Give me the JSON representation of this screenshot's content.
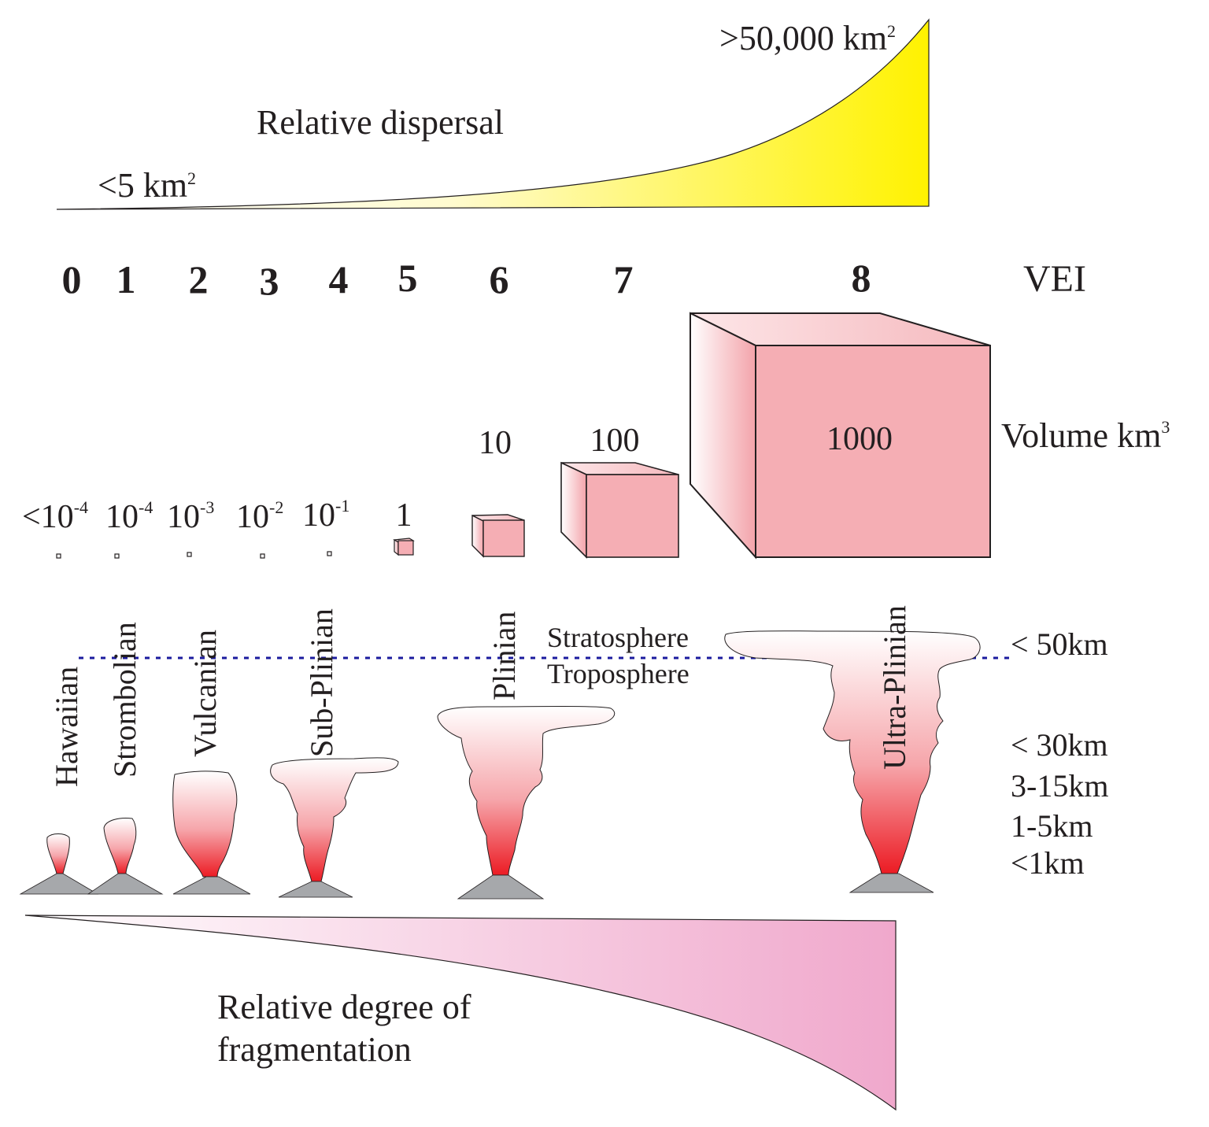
{
  "dispersal": {
    "title": "Relative dispersal",
    "min_label": "<5 km",
    "max_label": ">50,000 km",
    "unit_exponent": "2",
    "color": "#fff200"
  },
  "vei": {
    "axis_label": "VEI",
    "levels": [
      "0",
      "1",
      "2",
      "3",
      "4",
      "5",
      "6",
      "7",
      "8"
    ]
  },
  "volume": {
    "axis_label": "Volume km",
    "axis_exponent": "3",
    "values": [
      {
        "base": "<10",
        "exp": "-4"
      },
      {
        "base": "10",
        "exp": "-4"
      },
      {
        "base": "10",
        "exp": "-3"
      },
      {
        "base": "10",
        "exp": "-2"
      },
      {
        "base": "10",
        "exp": "-1"
      },
      {
        "base": "1",
        "exp": ""
      },
      {
        "base": "10",
        "exp": ""
      },
      {
        "base": "100",
        "exp": ""
      },
      {
        "base": "1000",
        "exp": ""
      }
    ],
    "cube_color": "#f5aeb4"
  },
  "eruption_types": [
    "Hawaiian",
    "Strombolian",
    "Vulcanian",
    "Sub-Plinian",
    "Plinian",
    "Ultra-Plinian"
  ],
  "atmosphere": {
    "upper": "Stratosphere",
    "lower": "Troposphere",
    "boundary_color": "#1b1b9e"
  },
  "column_heights": [
    "< 50km",
    "< 30km",
    "3-15km",
    "1-5km",
    "<1km"
  ],
  "fragmentation": {
    "title_line1": "Relative degree of",
    "title_line2": "fragmentation",
    "color": "#f0a8cc"
  },
  "colors": {
    "plume_base": "#ec1c24",
    "cone": "#a6a8ab"
  }
}
